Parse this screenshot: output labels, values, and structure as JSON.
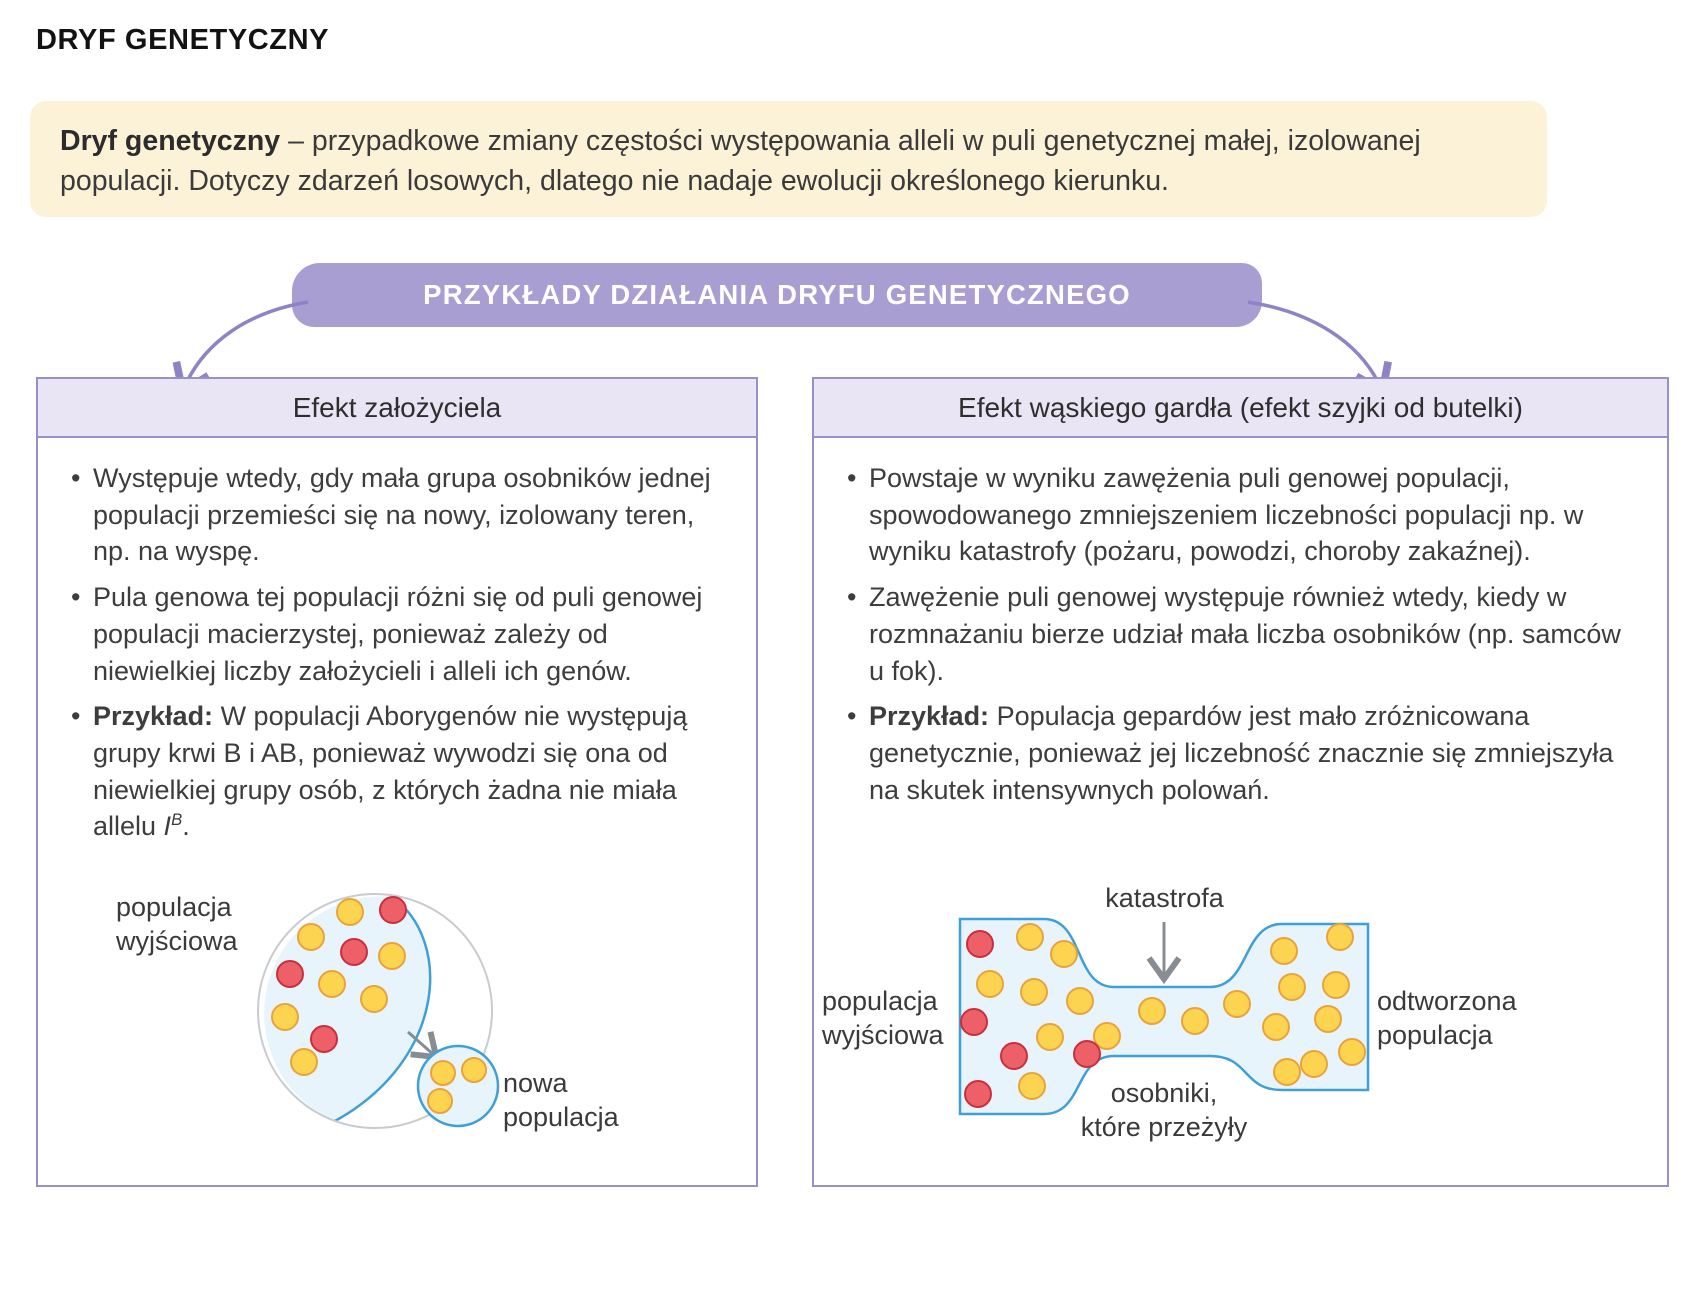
{
  "title": "DRYF GENETYCZNY",
  "definition": {
    "term": "Dryf genetyczny",
    "body": " – przypadkowe zmiany częstości występowania alleli w puli genetycznej małej, izolowanej populacji. Dotyczy zdarzeń losowych, dlatego nie nadaje ewolucji określonego kierunku."
  },
  "banner": {
    "label": "PRZYKŁADY DZIAŁANIA DRYFU GENETYCZNEGO"
  },
  "founder": {
    "header": "Efekt założyciela",
    "bullets": {
      "b1": "Występuje wtedy, gdy mała grupa osobników jednej populacji przemieści się na nowy, izolowany teren, np. na wyspę.",
      "b2": "Pula genowa tej populacji różni się od puli genowej populacji macierzystej, ponieważ zależy od niewielkiej liczby założycieli i alleli ich genów.",
      "b3_bold": "Przykład:",
      "b3_text": " W populacji Aborygenów nie występują grupy krwi B i AB, ponieważ wywodzi się ona od niewielkiej grupy osób, z których żadna nie miała allelu ",
      "b3_allele": "I",
      "b3_allele_sup": "B",
      "b3_end": "."
    },
    "diagram": {
      "source_label": "populacja\nwyjściowa",
      "new_label": "nowa\npopulacja"
    }
  },
  "bottleneck": {
    "header": "Efekt wąskiego gardła (efekt szyjki od butelki)",
    "bullets": {
      "b1": "Powstaje w wyniku zawężenia puli genowej populacji, spowodowanego zmniejszeniem liczebności populacji np. w wyniku katastrofy (pożaru, powodzi, choroby zakaźnej).",
      "b2": "Zawężenie puli genowej występuje również wtedy, kiedy w rozmnażaniu bierze udział mała liczba osobników (np. samców u fok).",
      "b3_bold": "Przykład:",
      "b3_text": " Populacja gepardów jest mało zróżnicowana genetycznie, ponieważ jej liczebność znacznie się zmniejszyła na skutek intensywnych polowań."
    },
    "diagram": {
      "catastrophe_label": "katastrofa",
      "source_label": "populacja\nwyjściowa",
      "restored_label": "odtworzona\npopulacja",
      "survivors_label": "osobniki,\nktóre przeżyły"
    }
  },
  "colors": {
    "banner_purple": "#a89ed1",
    "panel_border": "#9a90c7",
    "panel_header_bg": "#e9e5f5",
    "definition_bg": "#fcf2d8",
    "allele_red": "#ee6067",
    "allele_yellow": "#fdd44f",
    "diagram_outline_blue": "#3f9fd6",
    "diagram_fill_blue": "#e8f4fb"
  }
}
